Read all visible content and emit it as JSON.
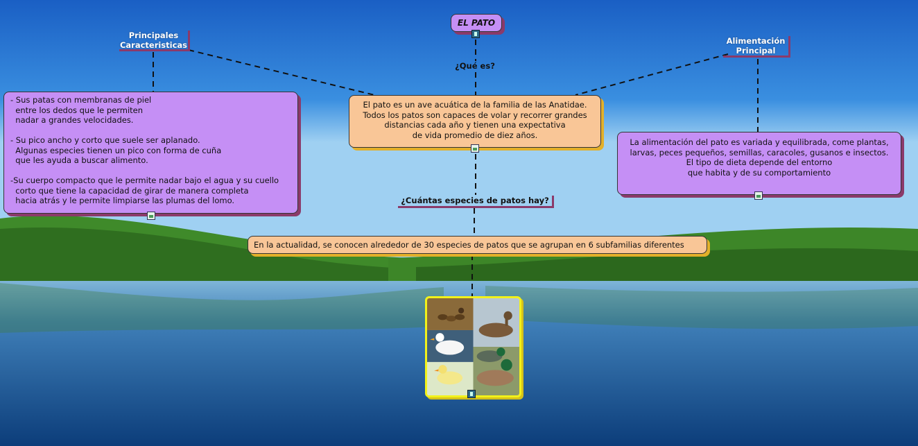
{
  "title": "EL PATO",
  "branches": {
    "left_label": "Principales\nCaracteristicas",
    "right_label": "Alimentación\nPrincipal",
    "center_question": "¿Qué es?",
    "species_question": "¿Cuántas especies de patos hay?"
  },
  "boxes": {
    "left_text": "- Sus patas con membranas de piel\n  entre los dedos que le permiten\n  nadar a grandes velocidades.\n\n- Su pico ancho y corto que suele ser aplanado.\n  Algunas especies tienen un pico con forma de cuña\n  que les ayuda a buscar alimento.\n\n-Su cuerpo compacto que le permite nadar bajo el agua y su cuello\n  corto que tiene la capacidad de girar de manera completa\n  hacia atrás y le permite limpiarse las plumas del lomo.",
    "center_text": "El pato es un ave acuática de la familia de las Anatidae.\nTodos los patos son capaces de volar y recorrer grandes\ndistancias cada año y tienen una expectativa\nde vida promedio de diez años.",
    "right_text": "La alimentación del pato es variada y equilibrada, come plantas,\nlarvas, peces pequeños, semillas, caracoles, gusanos e insectos.\nEl tipo de dieta depende del entorno\nque habita y de su comportamiento",
    "species_text": "En la actualidad, se conocen alrededor de 30 especies de patos que se agrupan en 6 subfamilias diferentes"
  },
  "colors": {
    "purple_box": "#c58ff5",
    "orange_box": "#f9c697",
    "shadow_purple": "#8b3a6a",
    "shadow_yellow": "#e3b02a",
    "photo_border": "#f2f21a"
  },
  "icons": [
    "film-icon",
    "image-icon"
  ]
}
